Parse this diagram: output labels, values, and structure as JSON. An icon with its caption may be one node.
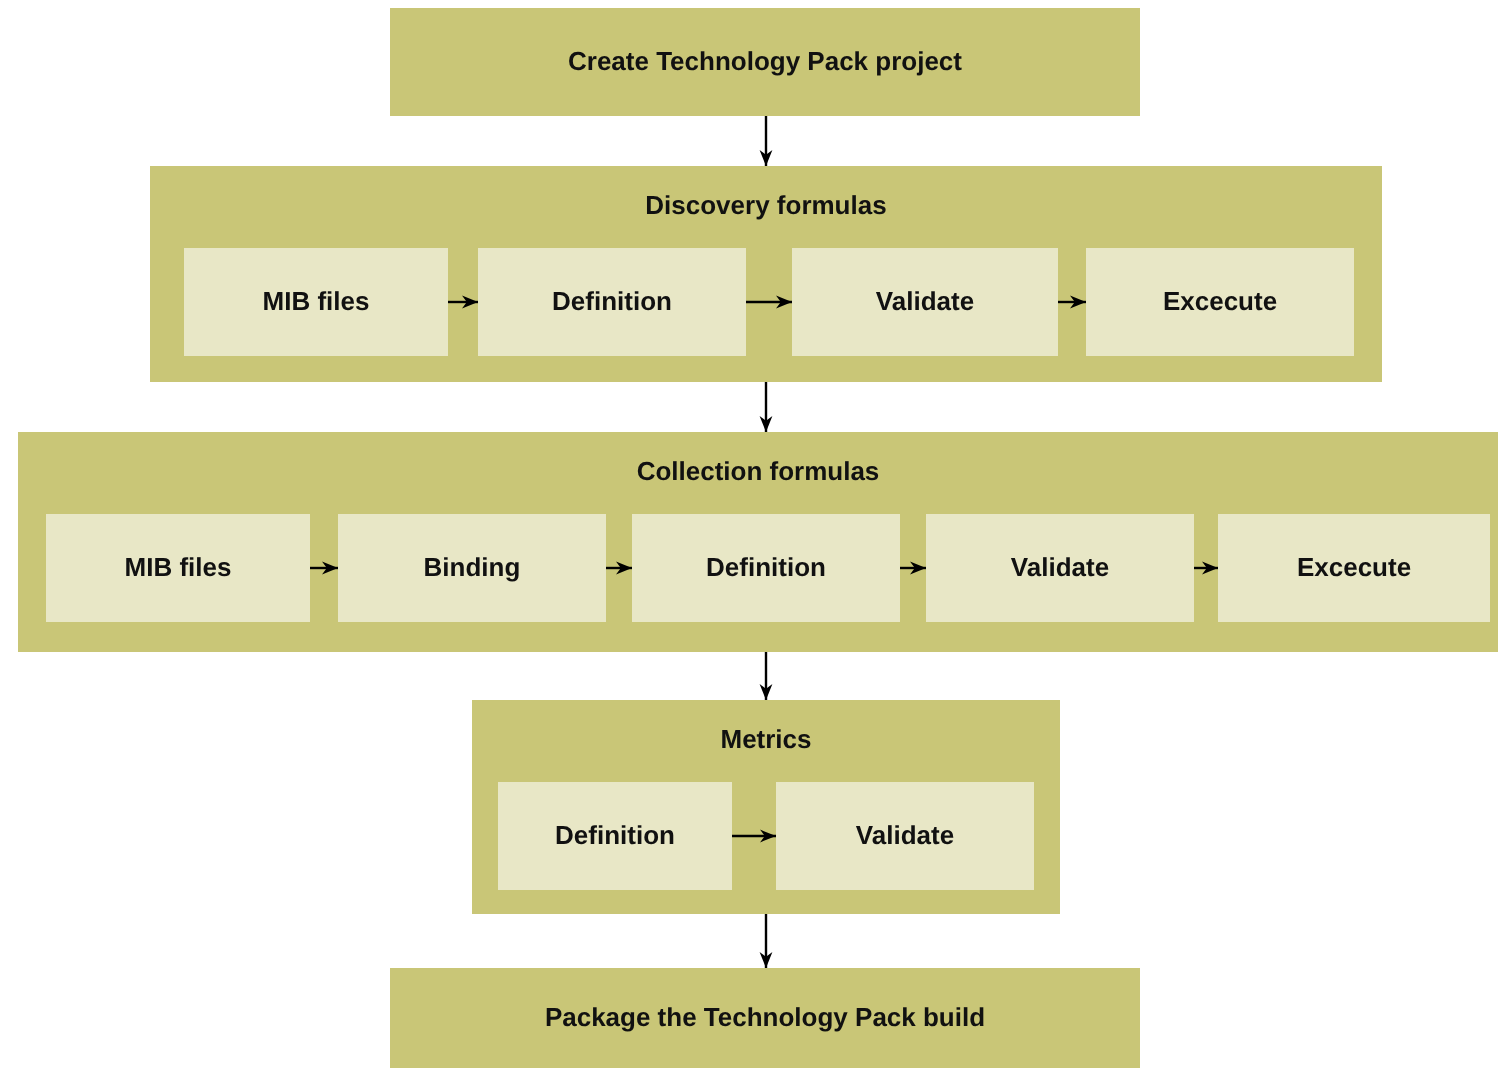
{
  "diagram": {
    "nodes": [
      {
        "text": [
          "Create Technology Pack project"
        ]
      },
      {
        "text": [
          "Discovery formulas"
        ]
      },
      {
        "text": [
          "MIB files"
        ],
        "in": 1
      },
      {
        "text": [
          "Definition"
        ],
        "in": 1
      },
      {
        "text": [
          "Validate"
        ],
        "in": 1
      },
      {
        "text": [
          "Excecute"
        ],
        "in": 1
      },
      {
        "text": [
          "Collection formulas"
        ]
      },
      {
        "text": [
          "MIB files"
        ],
        "in": 6
      },
      {
        "text": [
          "Binding"
        ],
        "in": 6
      },
      {
        "text": [
          "Definition"
        ],
        "in": 6
      },
      {
        "text": [
          "Validate"
        ],
        "in": 6
      },
      {
        "text": [
          "Excecute"
        ],
        "in": 6
      },
      {
        "text": [
          "Metrics"
        ]
      },
      {
        "text": [
          "Definition"
        ],
        "in": 12
      },
      {
        "text": [
          "Validate"
        ],
        "in": 12
      },
      {
        "text": [
          "Package the Technology Pack build"
        ]
      }
    ],
    "edges": [
      {
        "from": 0,
        "to": 1,
        "arrow": "to"
      },
      {
        "from": 2,
        "to": 3,
        "arrow": "to"
      },
      {
        "from": 3,
        "to": 4,
        "arrow": "to"
      },
      {
        "from": 4,
        "to": 5,
        "arrow": "to"
      },
      {
        "from": 1,
        "to": 6,
        "arrow": "to"
      },
      {
        "from": 7,
        "to": 8,
        "arrow": "to"
      },
      {
        "from": 8,
        "to": 9,
        "arrow": "to"
      },
      {
        "from": 9,
        "to": 10,
        "arrow": "to"
      },
      {
        "from": 10,
        "to": 11,
        "arrow": "to"
      },
      {
        "from": 6,
        "to": 12,
        "arrow": "to"
      },
      {
        "from": 13,
        "to": 14,
        "arrow": "to"
      },
      {
        "from": 12,
        "to": 15,
        "arrow": "to"
      }
    ]
  }
}
